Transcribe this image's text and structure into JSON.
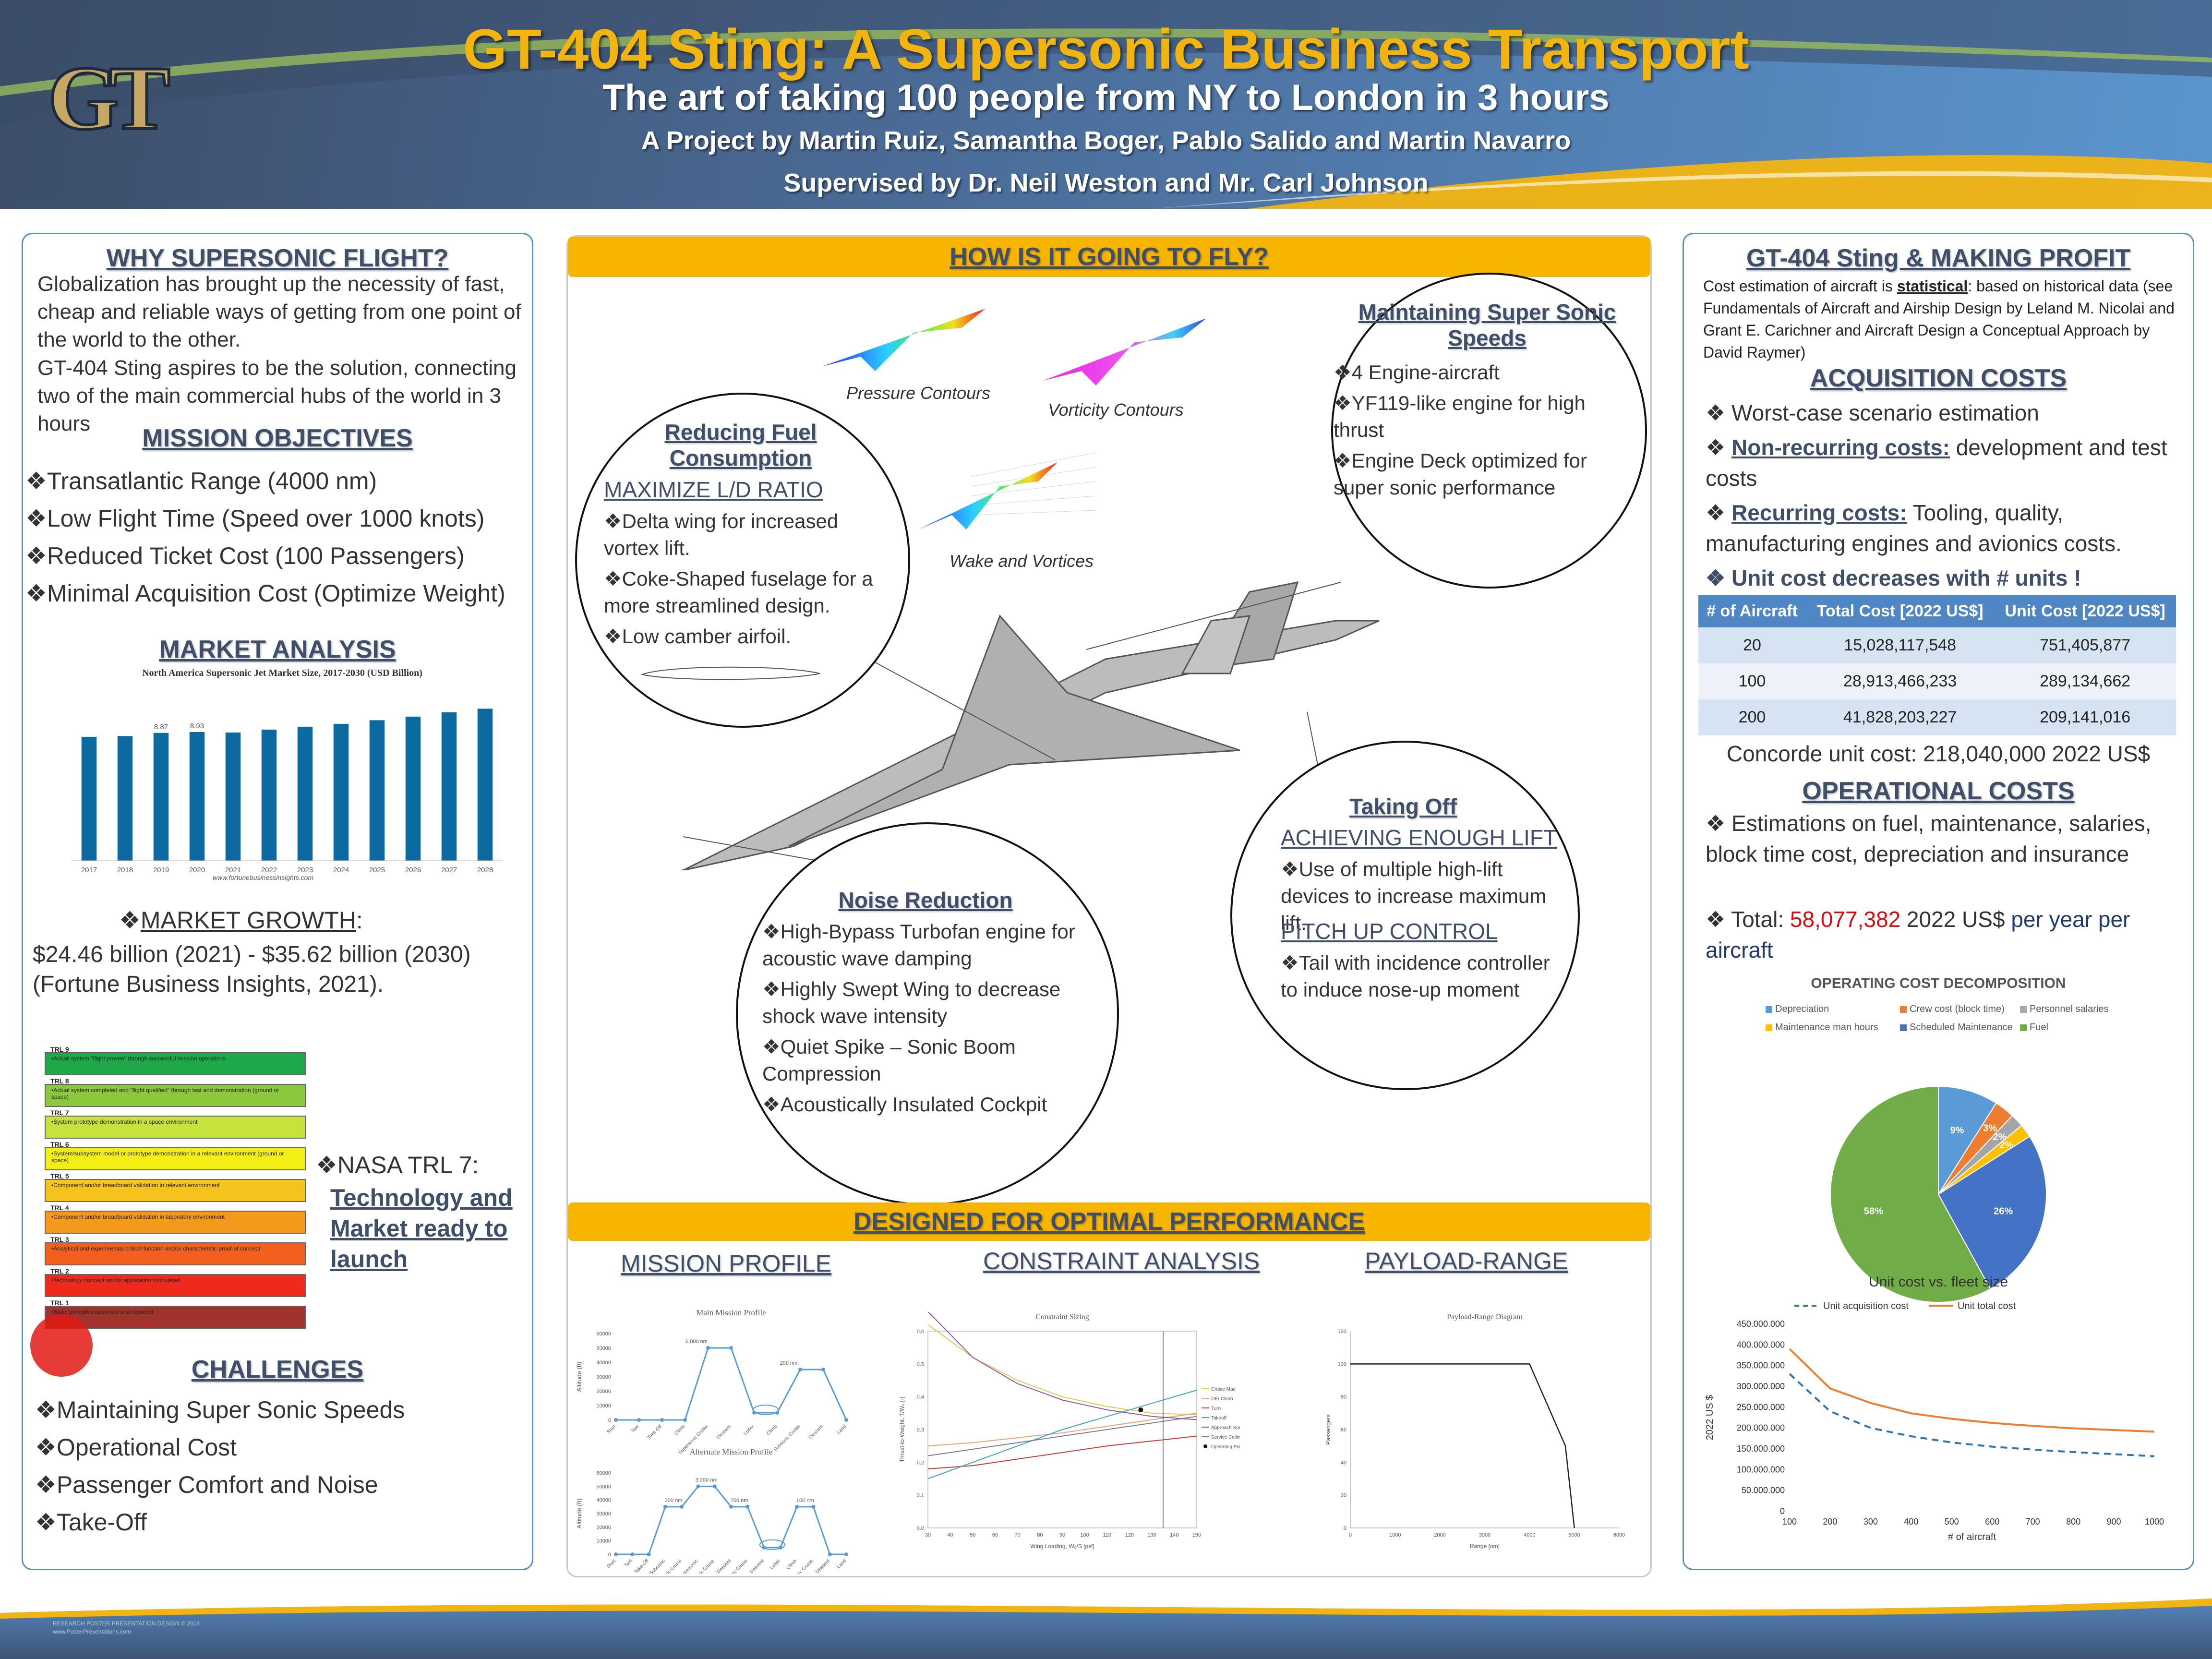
{
  "header": {
    "title": "GT-404 Sting: A Supersonic Business Transport",
    "subtitle": "The art of taking 100 people from NY to London in 3 hours",
    "authors": "A Project by Martin Ruiz, Samantha Boger, Pablo Salido and Martin Navarro",
    "supervisors": "Supervised by Dr. Neil Weston and Mr. Carl Johnson",
    "logo_text": "GT"
  },
  "left": {
    "why_title": "WHY SUPERSONIC FLIGHT?",
    "why_p1": "Globalization has brought up the necessity of fast, cheap and reliable ways of getting from one point of the world to the other.",
    "why_p2": "GT-404 Sting aspires to be the solution, connecting two of the main commercial hubs of the world in 3 hours",
    "mission_title": "MISSION OBJECTIVES",
    "mission_items": [
      "❖Transatlantic Range (4000 nm)",
      "❖Low Flight Time (Speed over 1000 knots)",
      "❖Reduced Ticket Cost (100 Passengers)",
      "❖Minimal Acquisition Cost (Optimize Weight)"
    ],
    "market_title": "MARKET ANALYSIS",
    "market_growth_label": "MARKET GROWTH",
    "market_growth_prefix": "❖",
    "market_growth_suffix": ":",
    "market_growth_text": "$24.46 billion (2021) - $35.62 billion (2030) (Fortune Business Insights, 2021).",
    "trl_note_prefix": "❖NASA TRL 7:",
    "trl_note_main": "Technology and Market ready to launch",
    "challenges_title": "CHALLENGES",
    "challenges_items": [
      "❖Maintaining Super Sonic Speeds",
      "❖Operational Cost",
      "❖Passenger Comfort and Noise",
      "❖Take-Off"
    ],
    "trl_levels": [
      {
        "label": "TRL 9",
        "desc": "•Actual system \"flight proven\" through successful mission operations",
        "color": "#1fa84a"
      },
      {
        "label": "TRL 8",
        "desc": "•Actual system completed and \"flight qualified\" through test and demonstration (ground or space)",
        "color": "#8cc83c"
      },
      {
        "label": "TRL 7",
        "desc": "•System prototype demonstration in a space environment",
        "color": "#c6e23c"
      },
      {
        "label": "TRL 6",
        "desc": "•System/subsystem model or prototype demonstration in a relevant environment (ground or space)",
        "color": "#f3ef14"
      },
      {
        "label": "TRL 5",
        "desc": "•Component and/or breadboard validation in relevant environment",
        "color": "#f6c21c"
      },
      {
        "label": "TRL 4",
        "desc": "•Component and/or breadboard validation in laboratory environment",
        "color": "#f39a1c"
      },
      {
        "label": "TRL 3",
        "desc": "•Analytical and experimental critical function and/or characteristic proof-of concept",
        "color": "#f2601c"
      },
      {
        "label": "TRL 2",
        "desc": "•Technology concept and/or application formulated",
        "color": "#ee2a1c"
      },
      {
        "label": "TRL 1",
        "desc": "•Basic principles observed and reported",
        "color": "#a0332c"
      }
    ]
  },
  "market_chart": {
    "chart_data": {
      "type": "bar",
      "title": "North America Supersonic Jet Market Size, 2017-2030 (USD Billion)",
      "categories": [
        "2017",
        "2018",
        "2019",
        "2020",
        "2021",
        "2022",
        "2023",
        "2024",
        "2025",
        "2026",
        "2027",
        "2028"
      ],
      "values": [
        8.6,
        8.65,
        8.87,
        8.93,
        8.9,
        9.1,
        9.3,
        9.5,
        9.75,
        10.0,
        10.3,
        10.55
      ],
      "data_labels": {
        "2019": "8.87",
        "2020": "8.93"
      },
      "source": "www.fortunebusinessinsights.com",
      "bar_color": "#0d6aa0"
    }
  },
  "middle": {
    "fly_title": "HOW IS IT GOING TO FLY?",
    "cfd_labels": [
      "Pressure Contours",
      "Vorticity Contours",
      "Wake and Vortices"
    ],
    "fuel_title": "Reducing Fuel Consumption",
    "fuel_sub": "MAXIMIZE L/D RATIO",
    "fuel_items": [
      "❖Delta wing for increased vortex lift.",
      "❖Coke-Shaped fuselage for a more streamlined design.",
      "❖Low camber airfoil."
    ],
    "speed_title": "Maintaining Super Sonic Speeds",
    "speed_items": [
      "❖4 Engine-aircraft",
      "❖YF119-like engine for high thrust",
      "❖Engine Deck optimized for super sonic performance"
    ],
    "noise_title": "Noise Reduction",
    "noise_items": [
      "❖High-Bypass Turbofan engine for acoustic wave damping",
      "❖Highly Swept Wing to decrease shock wave intensity",
      "❖Quiet Spike – Sonic Boom Compression",
      "❖Acoustically Insulated Cockpit"
    ],
    "takeoff_title": "Taking Off",
    "takeoff_sub1": "ACHIEVING ENOUGH LIFT",
    "takeoff_item1": "❖Use of multiple high-lift devices to increase maximum lift.",
    "takeoff_sub2": "PITCH UP CONTROL",
    "takeoff_item2": "❖Tail with incidence controller to induce nose-up moment",
    "perf_title": "DESIGNED FOR OPTIMAL PERFORMANCE",
    "mission_profile_title": "MISSION PROFILE",
    "constraint_title": "CONSTRAINT ANALYSIS",
    "payload_title": "PAYLOAD-RANGE"
  },
  "mission_chart": {
    "chart_data": [
      {
        "type": "line",
        "title": "Main Mission Profile",
        "ylabel": "Altitude (ft)",
        "ylim": [
          0,
          60000
        ],
        "yticks": [
          "0",
          "10000",
          "20000",
          "30000",
          "40000",
          "50000",
          "60000"
        ],
        "categories": [
          "Start",
          "Taxi",
          "Take-Off",
          "Climb",
          "Supersonic Cruise",
          "Descent",
          "Loiter",
          "Climb",
          "Subsonic Cruise",
          "Descent",
          "Land"
        ],
        "values": [
          0,
          0,
          0,
          0,
          50000,
          50000,
          5000,
          5000,
          35000,
          35000,
          0
        ],
        "annotations": [
          "6,000 nm",
          "200 nm"
        ]
      },
      {
        "type": "line",
        "title": "Alternate Mission Profile",
        "ylabel": "Altitude (ft)",
        "ylim": [
          0,
          60000
        ],
        "yticks": [
          "0",
          "10000",
          "20000",
          "30000",
          "40000",
          "50000",
          "60000"
        ],
        "categories": [
          "Start",
          "Taxi",
          "Take-Off",
          "Climb Subsonic",
          "Subsonic Cruise",
          "Climb Supersonic",
          "Supersonic Cruise",
          "Descent",
          "Subsonic Cruise",
          "Descent",
          "Loiter",
          "Climb",
          "Subsonic Cruise",
          "Descent",
          "Land"
        ],
        "values": [
          0,
          0,
          0,
          35000,
          35000,
          50000,
          50000,
          35000,
          35000,
          5000,
          5000,
          35000,
          35000,
          0,
          0
        ],
        "annotations": [
          "300 nm",
          "3,000 nm",
          "700 nm",
          "100 nm"
        ]
      }
    ]
  },
  "constraint_chart": {
    "chart_data": {
      "type": "line",
      "title": "Constraint Sizing",
      "xlabel": "Wing Loading, W₀/S [psf]",
      "ylabel": "Thrust-to-Weight, T/W₀ [-]",
      "xlim": [
        30,
        150
      ],
      "ylim": [
        0,
        0.6
      ],
      "x": [
        30,
        50,
        70,
        90,
        110,
        130,
        150
      ],
      "series": [
        {
          "name": "Cruise Mac",
          "values": [
            0.62,
            0.52,
            0.45,
            0.4,
            0.37,
            0.35,
            0.345
          ],
          "color": "#e4c84a"
        },
        {
          "name": "OEI Climb",
          "values": [
            0.25,
            0.26,
            0.275,
            0.29,
            0.31,
            0.33,
            0.35
          ],
          "color": "#e8a27a"
        },
        {
          "name": "Turn",
          "values": [
            0.18,
            0.19,
            0.21,
            0.23,
            0.25,
            0.265,
            0.28
          ],
          "color": "#c63a3a"
        },
        {
          "name": "Takeoff",
          "values": [
            0.15,
            0.2,
            0.25,
            0.3,
            0.34,
            0.38,
            0.42
          ],
          "color": "#3aa6c8"
        },
        {
          "name": "Approach Speed",
          "values": [
            0.66,
            0.52,
            0.44,
            0.39,
            0.36,
            0.34,
            0.33
          ],
          "color": "#8a5aa8"
        },
        {
          "name": "Service Ceiling",
          "values": [
            0.22,
            0.24,
            0.26,
            0.28,
            0.3,
            0.32,
            0.34
          ],
          "color": "#7a7a9a"
        }
      ],
      "operating_point": {
        "name": "Operating Point",
        "x": 125,
        "y": 0.36
      },
      "vline_x": 135
    }
  },
  "payload_chart": {
    "chart_data": {
      "type": "line",
      "title": "Payload-Range Diagram",
      "xlabel": "Range [nm]",
      "ylabel": "Passengers",
      "xlim": [
        0,
        6000
      ],
      "ylim": [
        0,
        120
      ],
      "x": [
        0,
        4000,
        4800,
        5000
      ],
      "values": [
        100,
        100,
        50,
        0
      ]
    }
  },
  "right": {
    "title": "GT-404 Sting & MAKING PROFIT",
    "intro_pre": "Cost estimation of aircraft is ",
    "intro_bold": "statistical",
    "intro_post": ": based on historical data (see Fundamentals of Aircraft and Airship Design by Leland M. Nicolai and Grant E. Carichner and Aircraft Design a Conceptual Approach by David Raymer)",
    "acq_title": "ACQUISITION COSTS",
    "acq_item1": "❖ Worst-case scenario estimation",
    "acq_item2_label": "Non-recurring costs:",
    "acq_item2_text": " development and test costs",
    "acq_item3_label": "Recurring costs:",
    "acq_item3_text": " Tooling, quality, manufacturing engines and avionics costs.",
    "acq_item4": "❖ Unit cost decreases with # units !",
    "bullet": "❖ ",
    "table_headers": [
      "# of Aircraft",
      "Total Cost [2022 US$]",
      "Unit Cost [2022 US$]"
    ],
    "table_rows": [
      [
        "20",
        "15,028,117,548",
        "751,405,877"
      ],
      [
        "100",
        "28,913,466,233",
        "289,134,662"
      ],
      [
        "200",
        "41,828,203,227",
        "209,141,016"
      ]
    ],
    "concorde": "Concorde unit cost: 218,040,000 2022 US$",
    "op_title": "OPERATIONAL COSTS",
    "op_item1": "❖ Estimations on fuel, maintenance, salaries, block time cost, depreciation and insurance",
    "op_total_pre": "❖ Total: ",
    "op_total_value": "58,077,382",
    "op_total_mid": " 2022 US$ ",
    "op_total_post": "per year per aircraft",
    "op_value_color": "#d01010"
  },
  "pie_chart": {
    "chart_data": {
      "type": "pie",
      "title": "OPERATING COST DECOMPOSITION",
      "labels": [
        "Depreciation",
        "Crew cost (block time)",
        "Personnel salaries",
        "Maintenance man hours",
        "Scheduled Maintenance",
        "Fuel"
      ],
      "values": [
        9,
        3,
        2,
        2,
        26,
        58
      ],
      "slice_labels": [
        "9%",
        "3%",
        "2%",
        "2%",
        "26%",
        "58%"
      ],
      "colors": [
        "#5b9bd5",
        "#ed7d31",
        "#a5a5a5",
        "#ffc000",
        "#4472c4",
        "#70ad47"
      ],
      "legend": "top"
    }
  },
  "unit_chart": {
    "chart_data": {
      "type": "line",
      "title": "Unit cost vs. fleet size",
      "xlabel": "# of aircraft",
      "ylabel": "2022 US $",
      "x": [
        100,
        200,
        300,
        400,
        500,
        600,
        700,
        800,
        900,
        1000
      ],
      "xlim": [
        100,
        1000
      ],
      "ylim": [
        0,
        450000000
      ],
      "yticks": [
        "0",
        "50.000.000",
        "100.000.000",
        "150.000.000",
        "200.000.000",
        "250.000.000",
        "300.000.000",
        "350.000.000",
        "400.000.000",
        "450.000.000"
      ],
      "series": [
        {
          "name": "Unit acquisition cost",
          "values": [
            330000000,
            240000000,
            200000000,
            180000000,
            165000000,
            155000000,
            148000000,
            142000000,
            137000000,
            132000000
          ],
          "color": "#2e75b6",
          "dash": true
        },
        {
          "name": "Unit total cost",
          "values": [
            390000000,
            295000000,
            260000000,
            235000000,
            222000000,
            212000000,
            205000000,
            199000000,
            195000000,
            191000000
          ],
          "color": "#ed7d31",
          "dash": false
        }
      ],
      "legend": "top"
    }
  },
  "footer": {
    "line1": "RESEARCH POSTER PRESENTATION DESIGN © 2019",
    "line2": "www.PosterPresentations.com"
  }
}
